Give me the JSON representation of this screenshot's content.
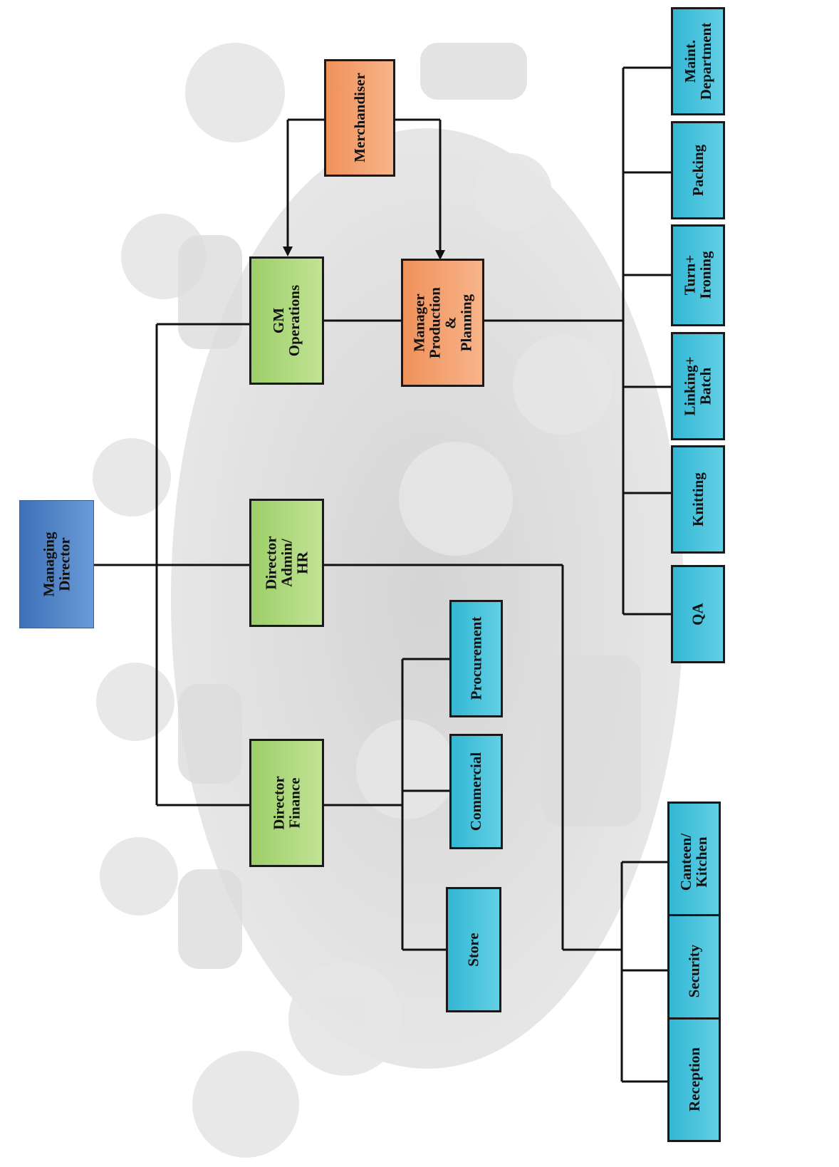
{
  "nodes": {
    "managing_director": "Managing\nDirector",
    "gm_operations": "GM Operations",
    "director_admin_hr": "Director Admin/\nHR",
    "director_finance": "Director\nFinance",
    "merchandiser": "Merchandiser",
    "manager_production_planning": "Manager\nProduction &\nPlanning",
    "procurement": "Procurement",
    "commercial": "Commercial",
    "store": "Store",
    "maint_department": "Maint.\nDepartment",
    "packing": "Packing",
    "turn_ironing": "Turn+\nIroning",
    "linking_batch": "Linking+\nBatch",
    "knitting": "Knitting",
    "qa": "QA",
    "canteen_kitchen": "Canteen/\nKitchen",
    "security": "Security",
    "reception": "Reception"
  },
  "colors": {
    "top": "#4a7fc2",
    "director": "#a9d67a",
    "production": "#f49b66",
    "department": "#3cbcd8",
    "connector": "#111111"
  }
}
